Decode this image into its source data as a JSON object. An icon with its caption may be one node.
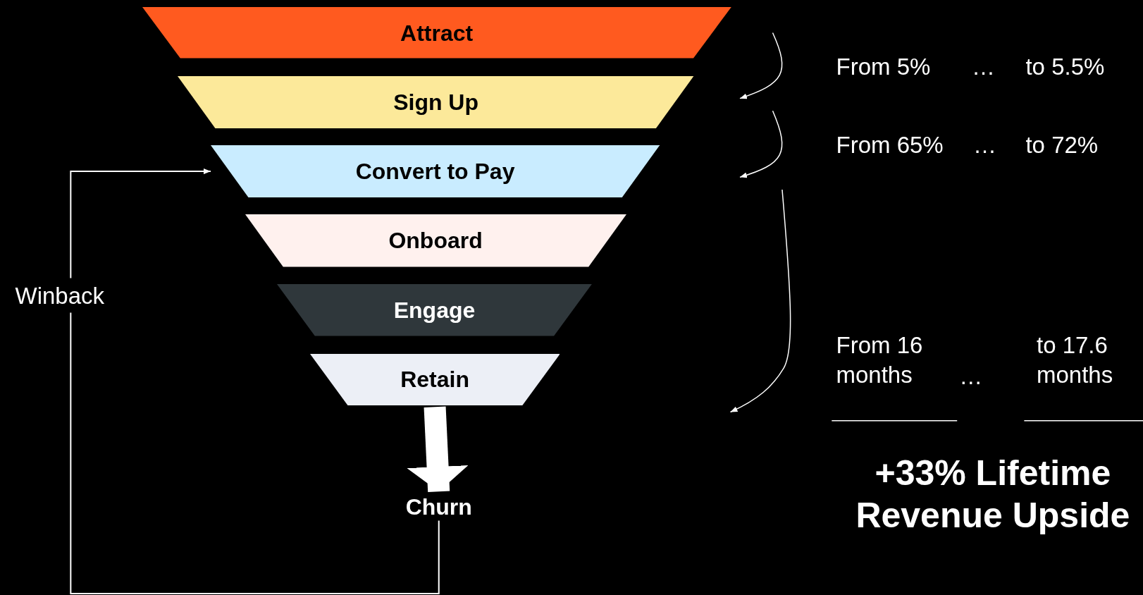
{
  "diagram": {
    "nodes": [
      {
        "text": [
          "Attract"
        ]
      },
      {
        "text": [
          "Sign Up"
        ]
      },
      {
        "text": [
          "Convert to Pay"
        ]
      },
      {
        "text": [
          "Onboard"
        ]
      },
      {
        "text": [
          "Engage"
        ]
      },
      {
        "text": [
          "Retain"
        ]
      },
      {
        "text": [
          "Churn"
        ]
      }
    ],
    "edges": [
      {
        "from": 5,
        "to": 6,
        "arrow": "to",
        "style": "thick"
      },
      {
        "from": 6,
        "to": 2,
        "arrow": "to",
        "label": "Winback"
      }
    ],
    "labels": [
      "From 5%",
      "…",
      "to 5.5%",
      "From 65%",
      "…",
      "to 72%",
      "From 16 months",
      "…",
      "to 17.6 months",
      "+33% Lifetime Revenue Upside"
    ]
  }
}
